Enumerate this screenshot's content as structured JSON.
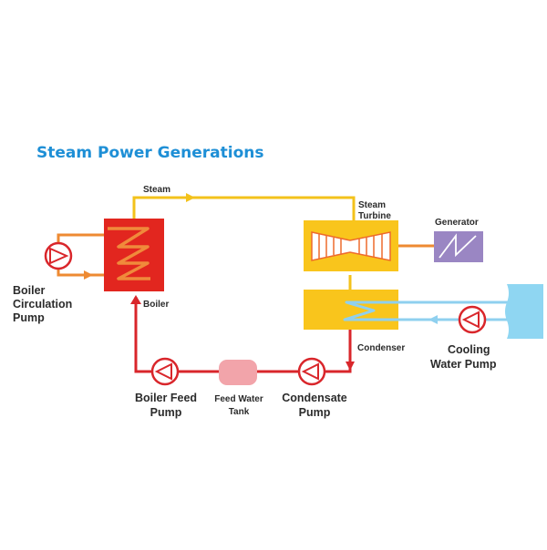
{
  "title": "Steam Power Generations",
  "labels": {
    "steam": "Steam",
    "steam_turbine_line1": "Steam",
    "steam_turbine_line2": "Turbine",
    "generator": "Generator",
    "boiler": "Boiler",
    "condenser": "Condenser",
    "boiler_circulation_pump_line1": "Boiler",
    "boiler_circulation_pump_line2": "Circulation",
    "boiler_circulation_pump_line3": "Pump",
    "cooling_water_pump_line1": "Cooling",
    "cooling_water_pump_line2": "Water Pump",
    "boiler_feed_pump_line1": "Boiler Feed",
    "boiler_feed_pump_line2": "Pump",
    "feed_water_tank_line1": "Feed Water",
    "feed_water_tank_line2": "Tank",
    "condensate_pump_line1": "Condensate",
    "condensate_pump_line2": "Pump"
  },
  "colors": {
    "title": "#1e8fd6",
    "steam_line": "#f3c21b",
    "water_line": "#d9262b",
    "circulation_line": "#ee8a32",
    "cooling_line": "#8fd0ef",
    "boiler_fill": "#e2261f",
    "turbine_fill": "#f9c51c",
    "generator_fill": "#9a86c3",
    "tank_fill": "#f2a4aa",
    "cooling_source": "#8fd6f2"
  }
}
